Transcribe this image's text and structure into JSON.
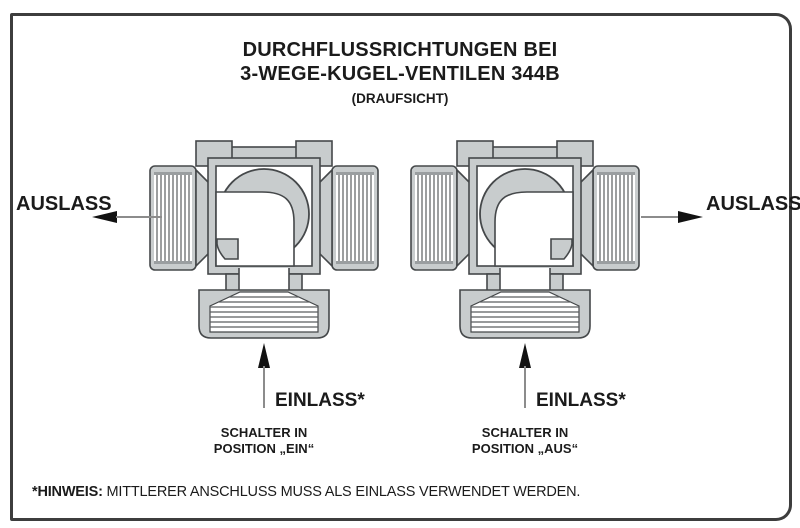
{
  "title": {
    "line1": "DURCHFLUSSRICHTUNGEN BEI",
    "line2": "3-WEGE-KUGEL-VENTILEN 344B",
    "subtitle": "(DRAUFSICHT)"
  },
  "valve_left": {
    "outlet_label": "AUSLASS",
    "inlet_label": "EINLASS*",
    "switch_line1": "SCHALTER IN",
    "switch_line2": "POSITION „EIN“"
  },
  "valve_right": {
    "outlet_label": "AUSLASS",
    "inlet_label": "EINLASS*",
    "switch_line1": "SCHALTER IN",
    "switch_line2": "POSITION „AUS“"
  },
  "note": {
    "prefix": "*HINWEIS:",
    "text": " MITTLERER ANSCHLUSS MUSS ALS EINLASS VERWENDET WERDEN."
  },
  "colors": {
    "frame_border": "#3d3d3d",
    "valve_body_gray": "#c8cccd",
    "valve_outline": "#45484a",
    "arrow_shaft_gray": "#8c8c8c",
    "arrow_head_black": "#121212",
    "text": "#1b1b1b",
    "background": "#ffffff"
  }
}
